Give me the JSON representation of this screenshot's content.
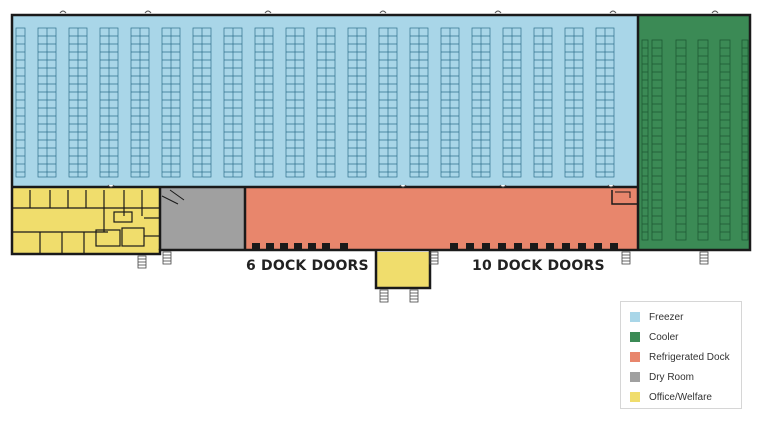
{
  "colors": {
    "freezer": "#a9d6e8",
    "cooler": "#3b8a55",
    "refrigerated_dock": "#e8866c",
    "dry_room": "#a0a0a0",
    "office": "#f0dd6c",
    "wall": "#1a1a1a",
    "rack": "#2f6f8c",
    "cooler_rack": "#1f5a34"
  },
  "dock_labels": {
    "left": "6 DOCK DOORS",
    "right": "10 DOCK DOORS"
  },
  "legend": [
    {
      "label": "Freezer",
      "color": "#a9d6e8",
      "name": "legend-item-freezer"
    },
    {
      "label": "Cooler",
      "color": "#3b8a55",
      "name": "legend-item-cooler"
    },
    {
      "label": "Refrigerated Dock",
      "color": "#e8866c",
      "name": "legend-item-refrigerated-dock"
    },
    {
      "label": "Dry Room",
      "color": "#a0a0a0",
      "name": "legend-item-dry-room"
    },
    {
      "label": "Office/Welfare",
      "color": "#f0dd6c",
      "name": "legend-item-office-welfare"
    }
  ]
}
